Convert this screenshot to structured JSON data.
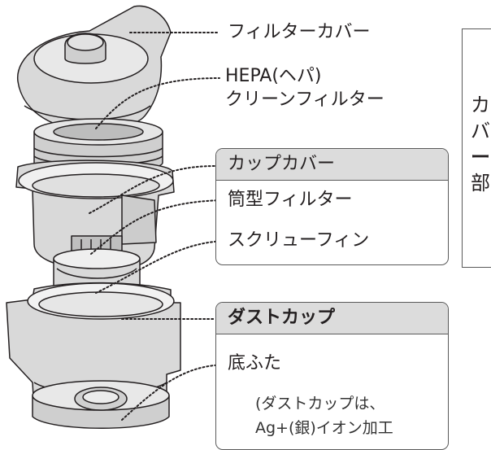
{
  "labels": {
    "filter_cover": "フィルターカバー",
    "hepa_line1": "HEPA(ヘパ)",
    "hepa_line2": "クリーンフィルター",
    "cylinder_filter": "筒型フィルター",
    "screw_fin": "スクリューフィン",
    "bottom_lid": "底ふた"
  },
  "cup_cover_group": {
    "title": "カップカバー"
  },
  "dust_cup_group": {
    "title": "ダストカップ",
    "note_line1": "(ダストカップは、",
    "note_line2": "Ag+(銀)イオン加工"
  },
  "side_section": {
    "chars": [
      "カ",
      "バ",
      "ー",
      "部"
    ]
  },
  "colors": {
    "outline": "#231f20",
    "part_fill": "#d9d9d9",
    "box_head": "#dcdcdc",
    "leader": "#231f20"
  }
}
